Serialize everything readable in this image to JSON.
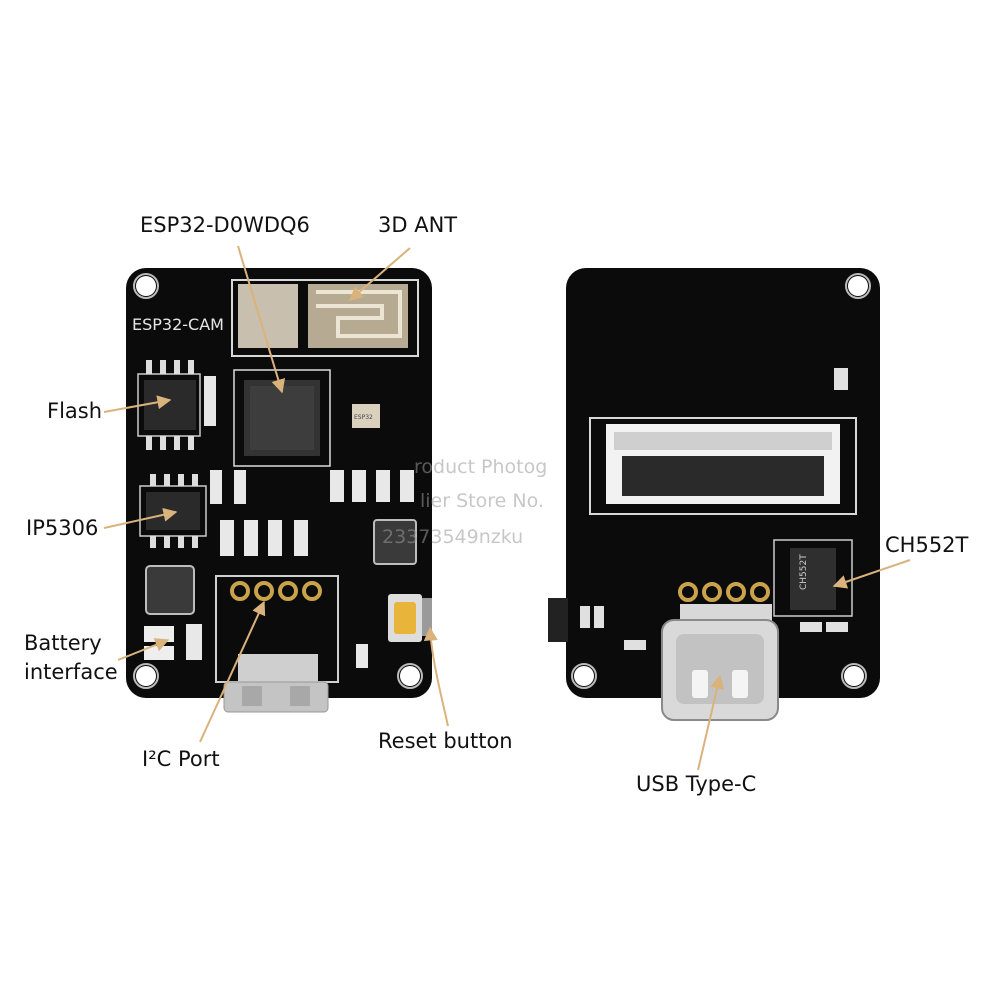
{
  "colors": {
    "background": "#ffffff",
    "pcb": "#0b0b0b",
    "silkscreen": "#e6e6e6",
    "leader": "#d9b27c",
    "gold": "#c9a24a"
  },
  "board_front": {
    "silk_label": "ESP32-CAM",
    "chip_marking_small": "ESP32"
  },
  "board_back": {
    "chip_marking": "CH552T"
  },
  "labels": {
    "esp32": "ESP32-D0WDQ6",
    "ant": "3D ANT",
    "flash": "Flash",
    "ip5306": "IP5306",
    "battery_line1": "Battery",
    "battery_line2": "interface",
    "i2c": "I²C Port",
    "reset": "Reset button",
    "ch552t": "CH552T",
    "usb": "USB Type-C"
  },
  "watermark": {
    "line1": "roduct Photog",
    "line2": "lier Store No.",
    "line3": "23373549nzku"
  }
}
